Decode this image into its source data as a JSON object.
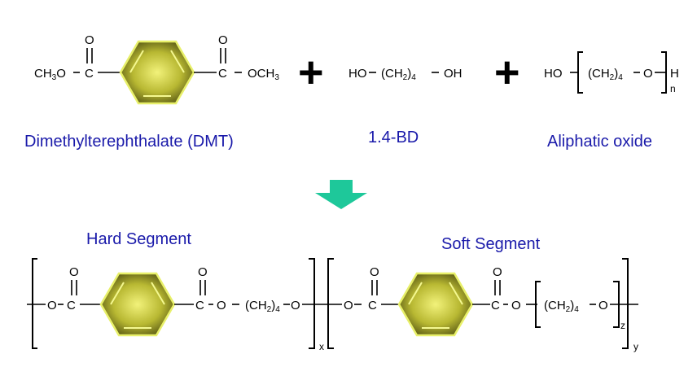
{
  "reactants": {
    "dmt": {
      "left_group": "CH",
      "left_group_sub": "3",
      "left_group_tail": "O",
      "carbonyl_o": "O",
      "carbonyl_c": "C",
      "right_group": "OCH",
      "right_group_sub": "3",
      "name": "Dimethylterephthalate (DMT)"
    },
    "plus_symbol": "+",
    "bd": {
      "ho": "HO",
      "ch2": "(CH",
      "ch2_sub": "2",
      "ch2_close": ")",
      "ch2_count": "4",
      "oh": "OH",
      "name": "1.4-BD"
    },
    "oxide": {
      "ho": "HO",
      "ch2": "(CH",
      "ch2_sub": "2",
      "ch2_close": ")",
      "ch2_count": "4",
      "o": "O",
      "h": "H",
      "repeat": "n",
      "name": "Aliphatic oxide"
    }
  },
  "product": {
    "hard_segment_label": "Hard Segment",
    "soft_segment_label": "Soft Segment",
    "o": "O",
    "c": "C",
    "ch2": "(CH",
    "ch2_sub": "2",
    "ch2_close": ")",
    "ch2_count": "4",
    "repeat_x": "x",
    "repeat_z": "z",
    "repeat_y": "y"
  },
  "colors": {
    "ring_fill": "#a8a820",
    "ring_stroke": "#e8f06a",
    "caption": "#1a1aaa",
    "arrow": "#1ec89a"
  }
}
